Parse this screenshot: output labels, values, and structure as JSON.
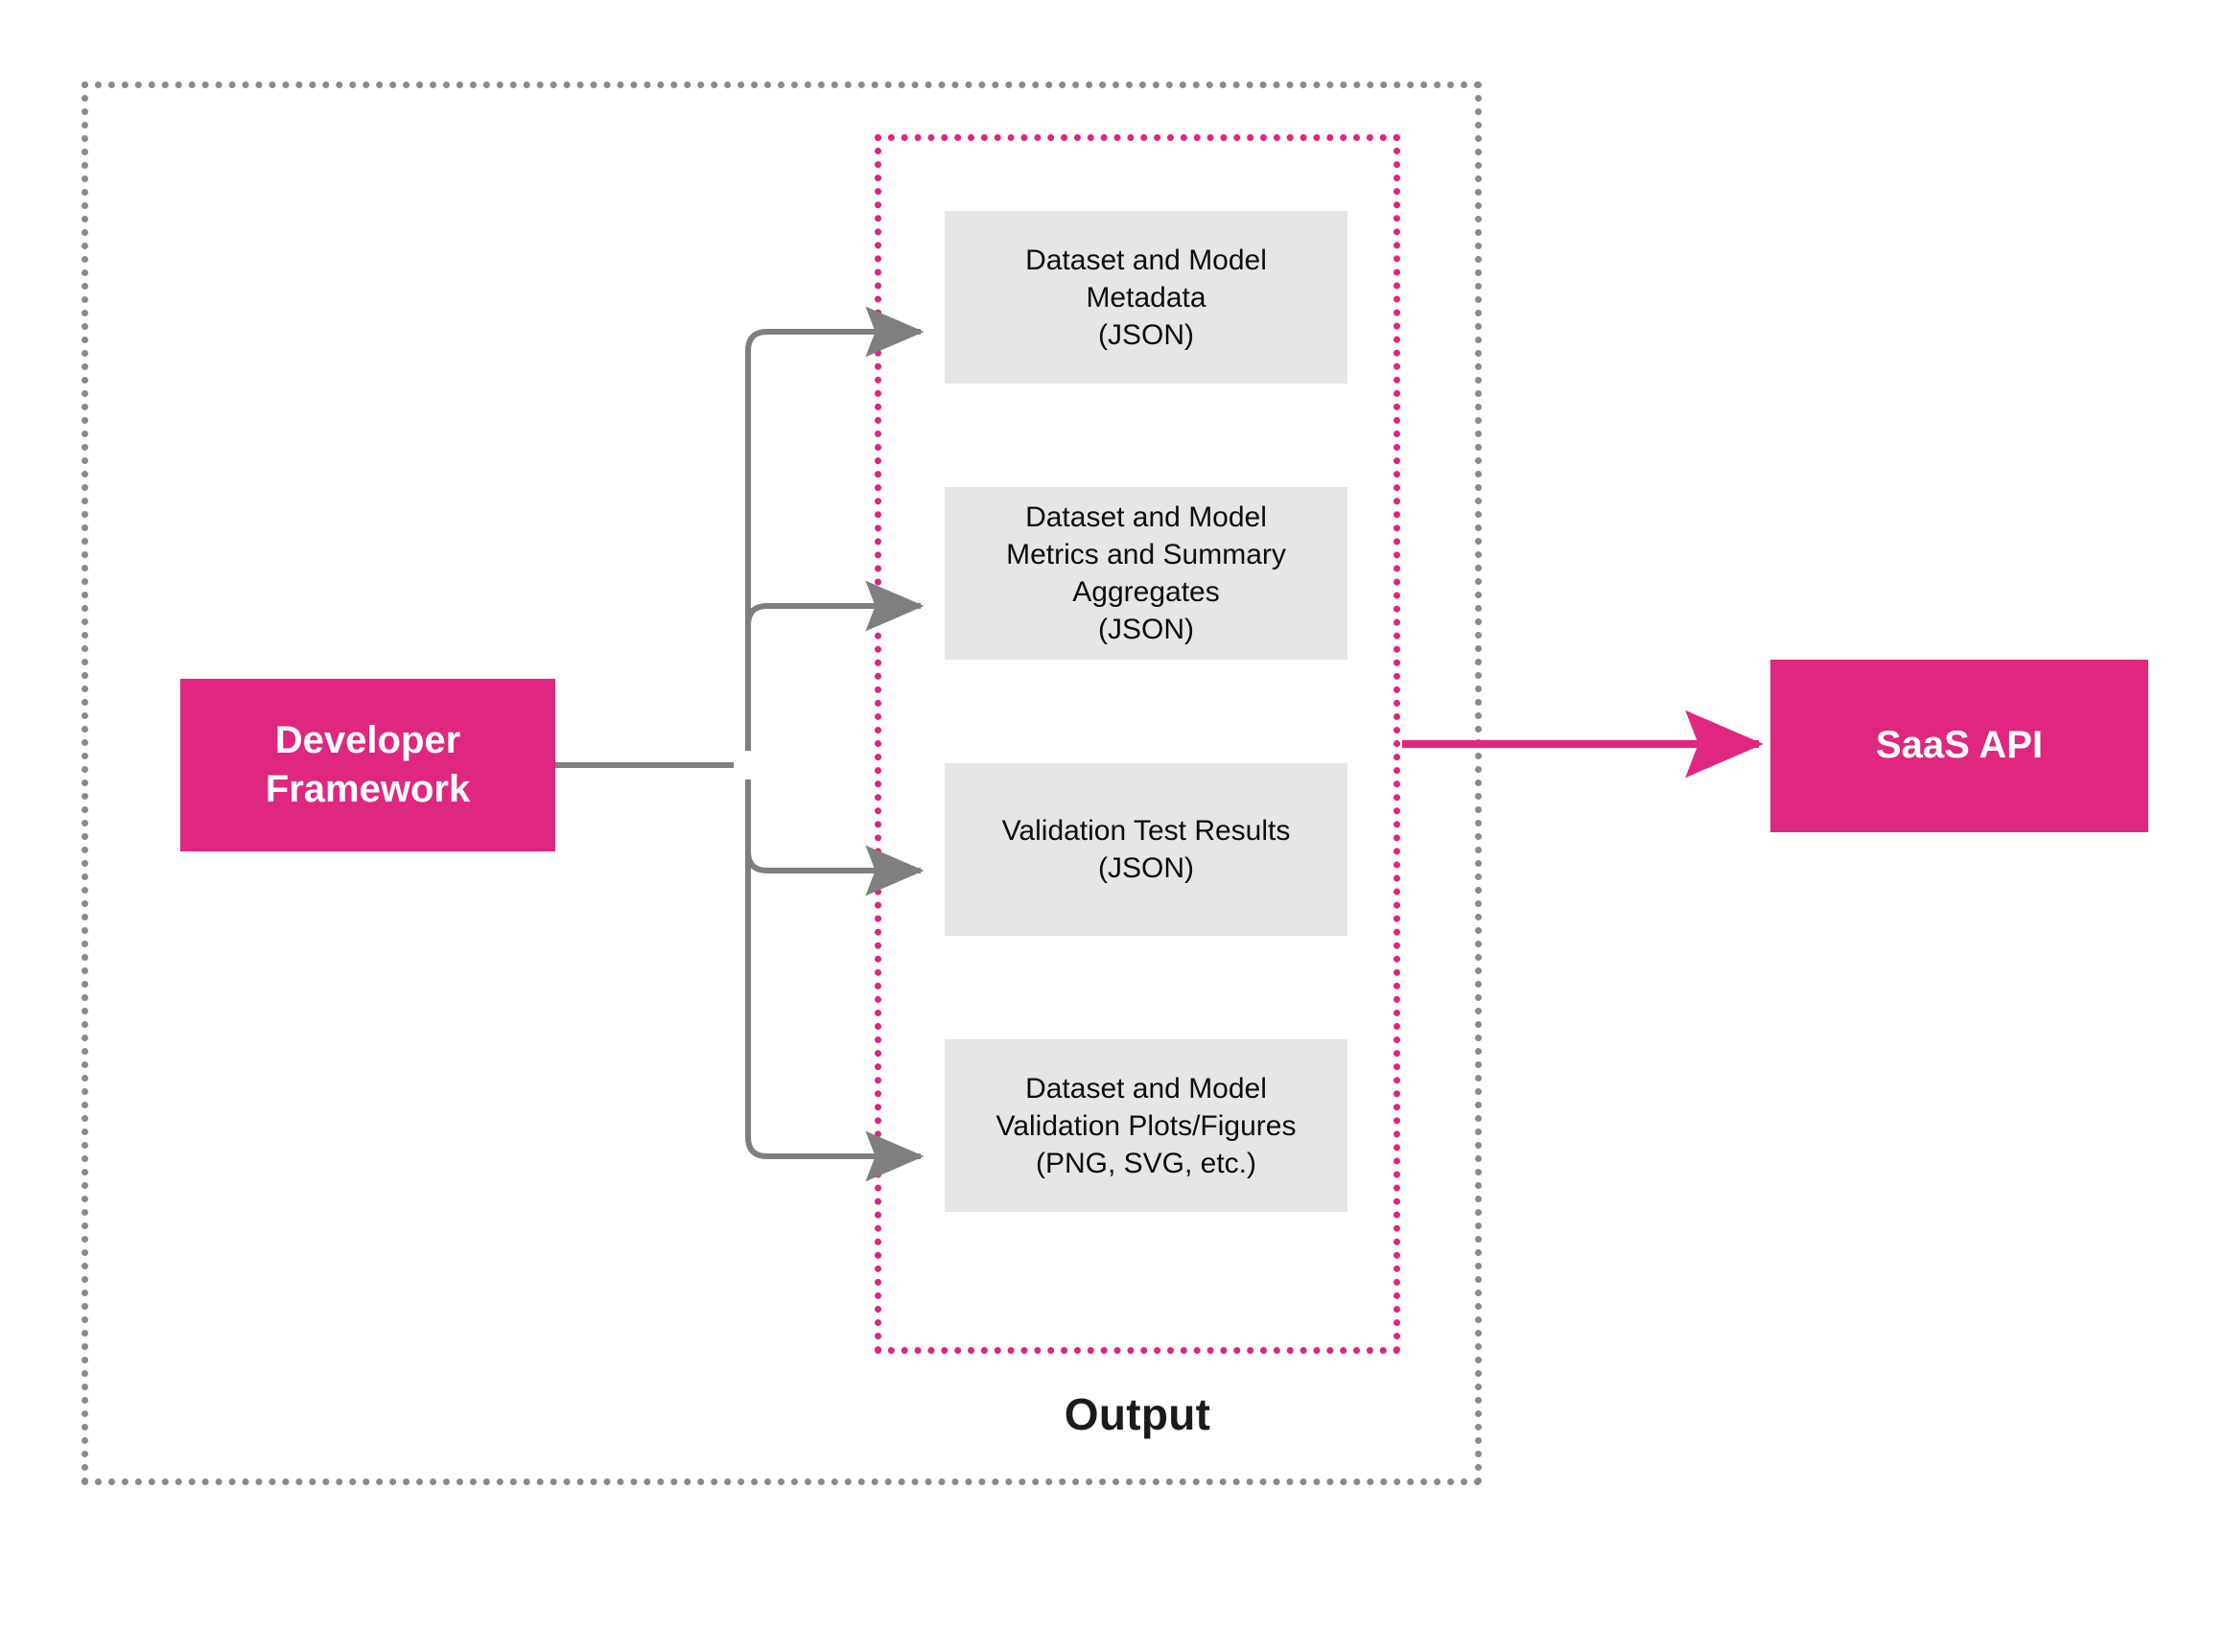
{
  "diagram": {
    "title_caption": "Output",
    "colors": {
      "brand_pink": "#e0277f",
      "group_border_pink": "#e02382",
      "boundary_gray": "#8a8a8a",
      "artifact_gray": "#e6e6e6",
      "connector_gray": "#7f7f7f",
      "text_dark": "#0d0d0d",
      "text_light": "#ffffff",
      "background": "#ffffff"
    },
    "nodes": {
      "developer_framework": {
        "label": "Developer\nFramework",
        "type": "source-process"
      },
      "saas_api": {
        "label": "SaaS API",
        "type": "destination-service"
      }
    },
    "output_group": {
      "caption": "Output",
      "artifacts": [
        {
          "label": "Dataset and Model\nMetadata\n(JSON)",
          "format": "JSON"
        },
        {
          "label": "Dataset and Model\nMetrics and Summary\nAggregates\n(JSON)",
          "format": "JSON"
        },
        {
          "label": "Validation Test Results\n(JSON)",
          "format": "JSON"
        },
        {
          "label": "Dataset and Model\nValidation Plots/Figures\n(PNG, SVG, etc.)",
          "format": "PNG, SVG, etc."
        }
      ]
    },
    "edges": [
      {
        "from": "developer_framework",
        "to": "artifact-1",
        "style": "orthogonal-gray-arrow"
      },
      {
        "from": "developer_framework",
        "to": "artifact-2",
        "style": "orthogonal-gray-arrow"
      },
      {
        "from": "developer_framework",
        "to": "artifact-3",
        "style": "orthogonal-gray-arrow"
      },
      {
        "from": "developer_framework",
        "to": "artifact-4",
        "style": "orthogonal-gray-arrow"
      },
      {
        "from": "output_group",
        "to": "saas_api",
        "style": "straight-pink-arrow"
      }
    ]
  }
}
